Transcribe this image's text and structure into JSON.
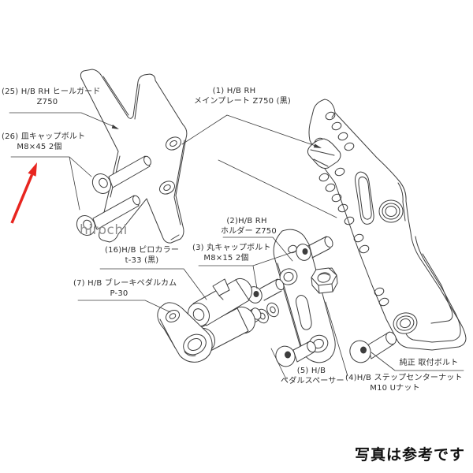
{
  "page": {
    "background": "#ffffff"
  },
  "drawing": {
    "line_color": "#3d3d3d",
    "arrow_color": "#e8251f",
    "title": "exploded parts diagram"
  },
  "labels": [
    {
      "id": "25",
      "line1": "(25) H/B RH ヒールガード",
      "line2": "Z750"
    },
    {
      "id": "26",
      "line1": "(26) 皿キャップボルト",
      "line2": "M8×45 2個"
    },
    {
      "id": "1",
      "line1": "(1) H/B RH",
      "line2": "メインプレート Z750 (黒)"
    },
    {
      "id": "2",
      "line1": "(2)H/B RH",
      "line2": "ホルダー Z750"
    },
    {
      "id": "3",
      "line1": "(3) 丸キャップボルト",
      "line2": "M8×15 2個"
    },
    {
      "id": "16",
      "line1": "(16)H/B ピロカラー",
      "line2": "t-33 (黒)"
    },
    {
      "id": "7",
      "line1": "(7) H/B ブレーキペダルカム",
      "line2": "P-30"
    },
    {
      "id": "5",
      "line1": "(5) H/B",
      "line2": "ペダルスペーサー"
    },
    {
      "id": "4",
      "line1": "(4)H/B ステップセンターナット",
      "line2": "M10 Uナット"
    },
    {
      "id": "oem",
      "line1": "純正 取付ボルト",
      "line2": ""
    }
  ],
  "watermark": {
    "text": "hirochi",
    "color": "#8f8f8f"
  },
  "caption": {
    "text": "写真は参考です",
    "color": "#111111"
  }
}
